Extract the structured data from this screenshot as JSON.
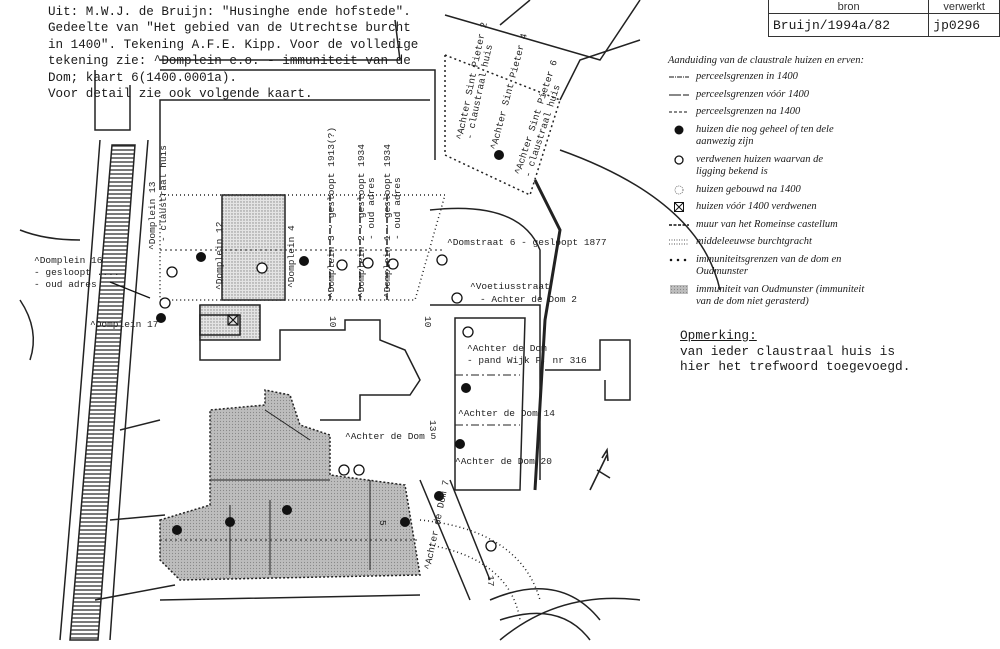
{
  "source_text": {
    "lines": [
      "Uit: M.W.J. de Bruijn: \"Husinghe ende hofstede\".",
      "Gedeelte van \"Het gebied van de Utrechtse burcht",
      "in 1400\". Tekening A.F.E. Kipp. Voor de volledige",
      "tekening zie: ^Domplein e.o. - immuniteit van de",
      "Dom; kaart 6(1400.0001a).",
      "Voor detail zie ook volgende kaart."
    ]
  },
  "card": {
    "bron_header": "bron",
    "verwerkt_header": "verwerkt",
    "bron_value": "Bruijn/1994a/82",
    "verwerkt_value": "jp0296"
  },
  "legend": {
    "title": "Aanduiding van de claustrale huizen en erven:",
    "items": [
      {
        "symbol": "dash-dot-line",
        "label": "perceelsgrenzen in 1400"
      },
      {
        "symbol": "long-dash-line",
        "label": "perceelsgrenzen vóór 1400"
      },
      {
        "symbol": "dashed-line",
        "label": "perceelsgrenzen na 1400"
      },
      {
        "symbol": "filled-circle",
        "label": "huizen die nog geheel of ten dele aanwezig zijn"
      },
      {
        "symbol": "open-circle",
        "label": "verdwenen huizen waarvan de ligging bekend is"
      },
      {
        "symbol": "star-circle",
        "label": "huizen gebouwd na 1400"
      },
      {
        "symbol": "crossed-square",
        "label": "huizen vóór 1400 verdwenen"
      },
      {
        "symbol": "short-dash-line",
        "label": "muur van het Romeinse castellum"
      },
      {
        "symbol": "dotted-band",
        "label": "middeleeuwse burchtgracht"
      },
      {
        "symbol": "dots-line",
        "label": "immuniteitsgrenzen van de dom en Oudmunster"
      },
      {
        "symbol": "hatched-patch",
        "label": "immuniteit van Oudmunster (immuniteit van de dom niet gerasterd)"
      }
    ]
  },
  "note": {
    "title": "Opmerking:",
    "lines": [
      "van ieder claustraal huis is",
      "hier het trefwoord toegevoegd."
    ]
  },
  "map": {
    "labels": {
      "domplein13": "^Domplein 13",
      "domplein13b": "- claustraal huis",
      "domplein12": "^Domplein 12",
      "domplein4": "^Domplein 4",
      "domplein3": "^Domplein 3 - gesloopt 1913(?)",
      "domplein2": "^Domplein 2 - gesloopt 1934",
      "domplein2b": "- oud adres",
      "domplein1": "^Domplein 1 - gesloopt 1934",
      "domplein1b": "- oud adres",
      "domplein16": "^Domplein 16",
      "domplein16b": "- gesloopt ....",
      "domplein16c": "- oud adres",
      "domplein17": "^Domplein 17",
      "domstraat6": "^Domstraat 6 - gesloopt 1877",
      "voetius": "^Voetiusstraat",
      "voetiusb": "- Achter de Dom 2",
      "add": "^Achter de Dom",
      "addb": "- pand Wijk F, nr 316",
      "add14": "^Achter de Dom 14",
      "add20": "^Achter de Dom 20",
      "add5": "^Achter de Dom 5",
      "add7": "^Achter de Dom 7",
      "asp2": "^Achter Sint Pieter 2",
      "asp2b": "- claustraal huis",
      "asp4": "^Achter Sint Pieter 4",
      "asp6": "^Achter Sint Pieter 6",
      "asp6b": "- claustraal huis",
      "n10a": "10",
      "n10b": "10",
      "n13": "13",
      "n17": "17",
      "n5": "5"
    }
  }
}
